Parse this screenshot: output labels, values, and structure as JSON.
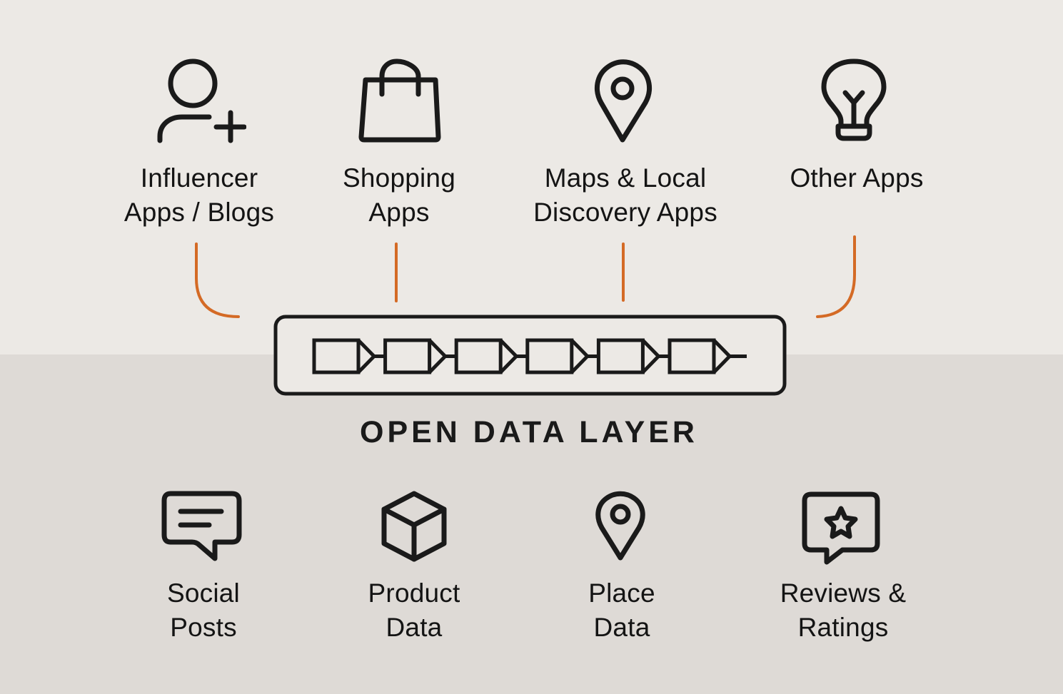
{
  "colors": {
    "background_top": "#ECE9E5",
    "background_bottom": "#DEDAD6",
    "ink": "#1a1a1a",
    "connector": "#D46A25"
  },
  "consumers": [
    {
      "icon": "user-plus-icon",
      "lines": [
        "Influencer",
        "Apps / Blogs"
      ]
    },
    {
      "icon": "shopping-bag-icon",
      "lines": [
        "Shopping",
        "Apps"
      ]
    },
    {
      "icon": "map-pin-icon",
      "lines": [
        "Maps & Local",
        "Discovery Apps"
      ]
    },
    {
      "icon": "lightbulb-icon",
      "lines": [
        "Other Apps"
      ]
    }
  ],
  "layer": {
    "title": "OPEN DATA LAYER",
    "block_count": 6
  },
  "sources": [
    {
      "icon": "chat-lines-icon",
      "lines": [
        "Social",
        "Posts"
      ]
    },
    {
      "icon": "cube-icon",
      "lines": [
        "Product",
        "Data"
      ]
    },
    {
      "icon": "map-pin-icon",
      "lines": [
        "Place",
        "Data"
      ]
    },
    {
      "icon": "star-chat-icon",
      "lines": [
        "Reviews &",
        "Ratings"
      ]
    }
  ]
}
